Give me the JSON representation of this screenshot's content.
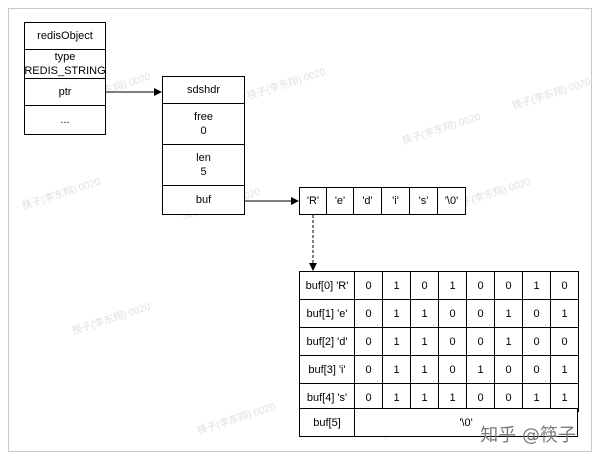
{
  "redis_object": {
    "title": "redisObject",
    "type_label": "type",
    "type_value": "REDIS_STRING",
    "ptr": "ptr",
    "ellipsis": "..."
  },
  "sdshdr": {
    "title": "sdshdr",
    "free_label": "free",
    "free_value": "0",
    "len_label": "len",
    "len_value": "5",
    "buf": "buf"
  },
  "buf_chars": [
    "'R'",
    "'e'",
    "'d'",
    "'i'",
    "'s'",
    "'\\0'"
  ],
  "bit_table": {
    "rows": [
      {
        "label": "buf[0] 'R'",
        "bits": [
          "0",
          "1",
          "0",
          "1",
          "0",
          "0",
          "1",
          "0"
        ]
      },
      {
        "label": "buf[1] 'e'",
        "bits": [
          "0",
          "1",
          "1",
          "0",
          "0",
          "1",
          "0",
          "1"
        ]
      },
      {
        "label": "buf[2] 'd'",
        "bits": [
          "0",
          "1",
          "1",
          "0",
          "0",
          "1",
          "0",
          "0"
        ]
      },
      {
        "label": "buf[3] 'i'",
        "bits": [
          "0",
          "1",
          "1",
          "0",
          "1",
          "0",
          "0",
          "1"
        ]
      },
      {
        "label": "buf[4] 's'",
        "bits": [
          "0",
          "1",
          "1",
          "1",
          "0",
          "0",
          "1",
          "1"
        ]
      }
    ],
    "last_label": "buf[5]",
    "last_value": "'\\0'"
  },
  "watermark": "筷子(李东翔) 0020",
  "brand": "知乎 @筷子",
  "colors": {
    "green_fill": "#d5e8d4"
  }
}
